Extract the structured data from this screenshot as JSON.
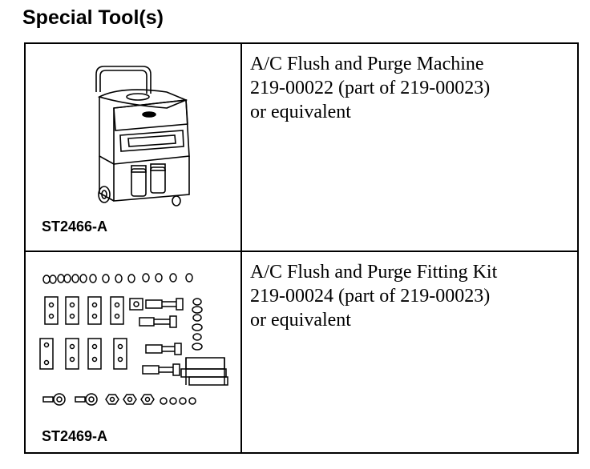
{
  "heading": "Special Tool(s)",
  "tools": [
    {
      "code": "ST2466-A",
      "illustration": "ac-flush-purge-machine",
      "description": [
        "A/C Flush and Purge Machine",
        "219-00022 (part of 219-00023)",
        "or equivalent"
      ]
    },
    {
      "code": "ST2469-A",
      "illustration": "flush-purge-fitting-kit",
      "description": [
        "A/C Flush and Purge Fitting Kit",
        "219-00024 (part of 219-00023)",
        "or equivalent"
      ]
    }
  ]
}
